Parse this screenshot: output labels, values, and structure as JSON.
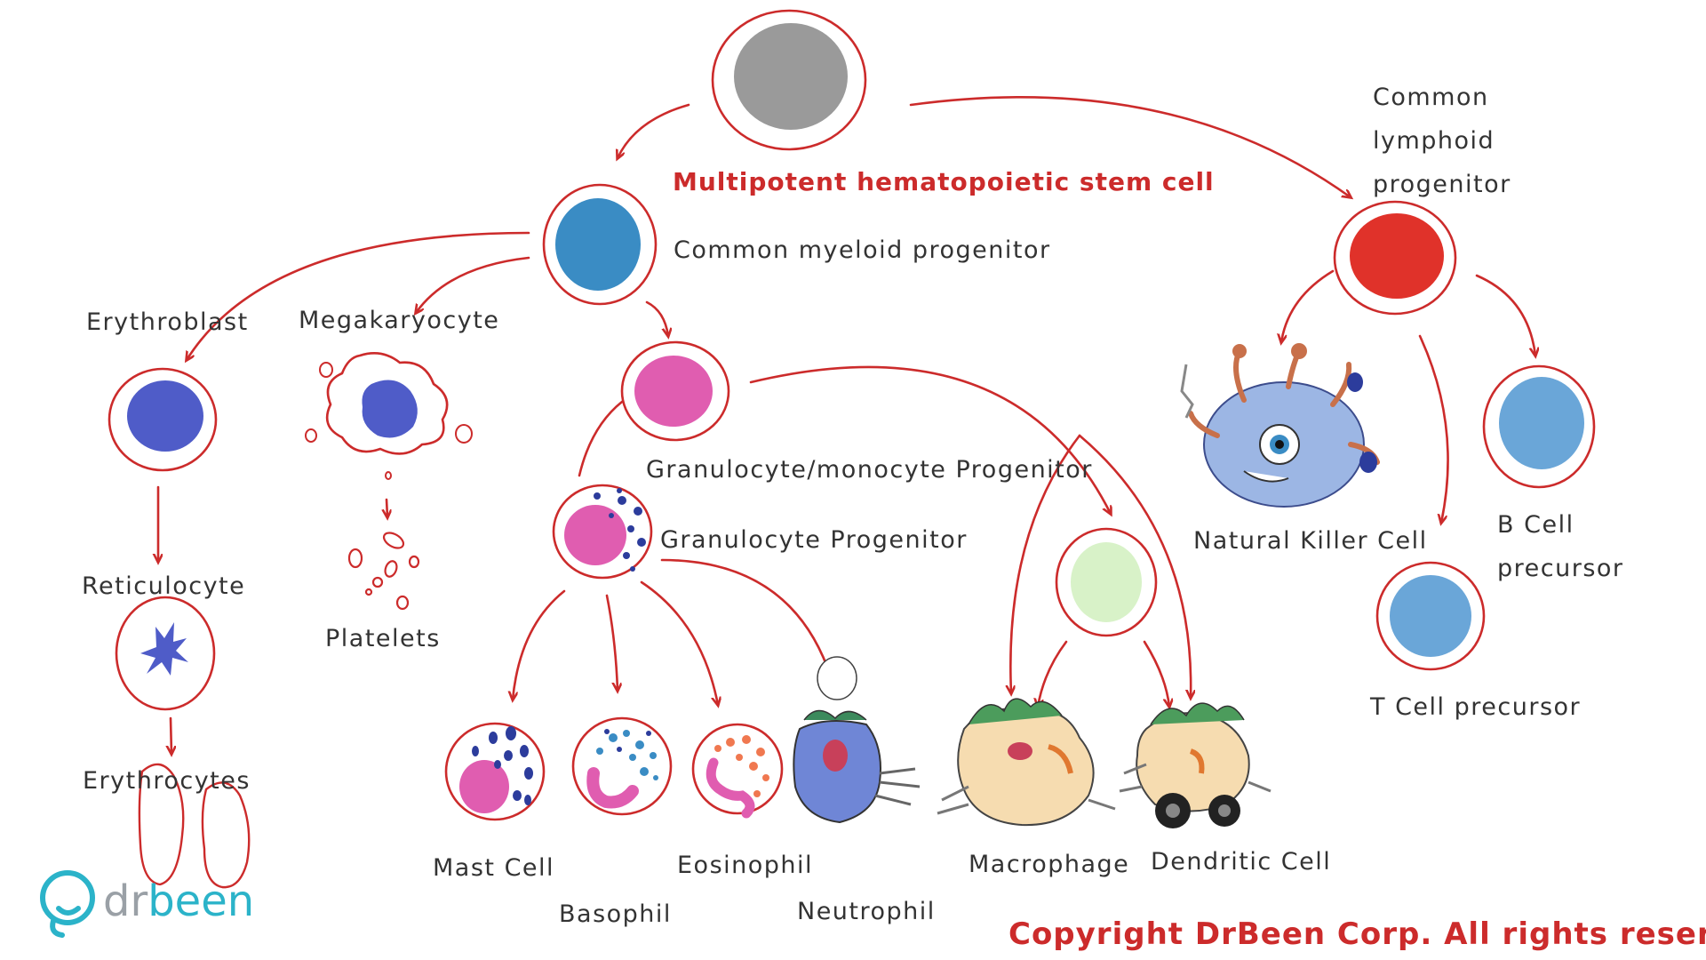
{
  "title": "Multipotent hematopoietic stem cell",
  "labels": {
    "common_myeloid_progenitor": "Common myeloid progenitor",
    "common_lymphoid_line1": "Common",
    "common_lymphoid_line2": "lymphoid",
    "common_lymphoid_line3": "progenitor",
    "erythroblast": "Erythroblast",
    "megakaryocyte": "Megakaryocyte",
    "reticulocyte": "Reticulocyte",
    "erythrocytes": "Erythrocytes",
    "platelets": "Platelets",
    "granulocyte_monocyte_progenitor": "Granulocyte/monocyte Progenitor",
    "granulocyte_progenitor": "Granulocyte Progenitor",
    "mast_cell": "Mast Cell",
    "basophil": "Basophil",
    "eosinophil": "Eosinophil",
    "neutrophil": "Neutrophil",
    "macrophage": "Macrophage",
    "dendritic_cell": "Dendritic Cell",
    "natural_killer_cell": "Natural Killer Cell",
    "b_cell_line1": "B Cell",
    "b_cell_line2": "precursor",
    "t_cell_precursor": "T Cell precursor"
  },
  "copyright": "Copyright DrBeen Corp. All rights reserved.",
  "logo": {
    "part1": "dr",
    "part2": "been"
  },
  "colors": {
    "arrow": "#cc2b2b",
    "stem_cell": "#9a9a9a",
    "myeloid": "#3a8cc4",
    "lymphoid": "#e0322a",
    "erythro": "#4f5cc8",
    "granulo_mono": "#e05db0",
    "monocyte": "#d8f2c8",
    "lymphocyte": "#6aa6d8",
    "logo": "#2bb3c9"
  }
}
